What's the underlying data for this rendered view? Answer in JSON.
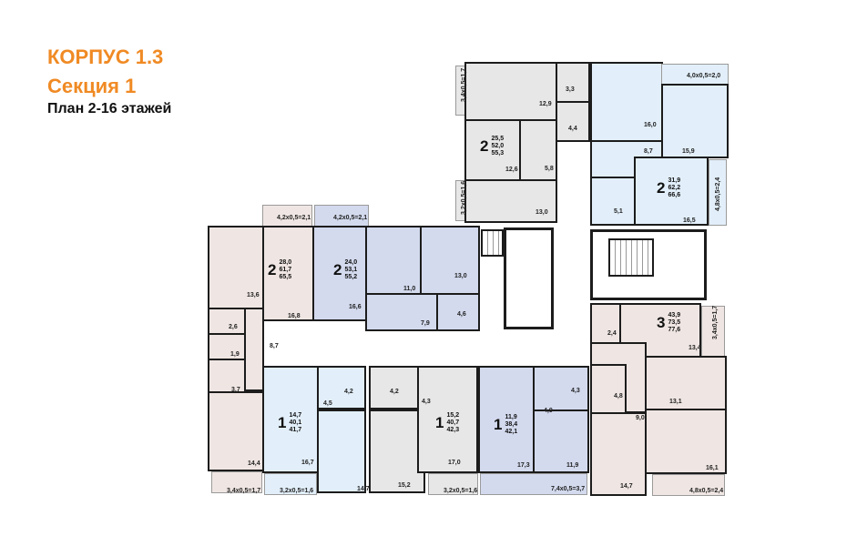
{
  "header": {
    "building": "КОРПУС 1.3",
    "section": "Секция 1",
    "plan": "План 2-16 этажей"
  },
  "colors": {
    "title": "#f08a24",
    "pink": "#efe6e3",
    "gray": "#e7e7e7",
    "blue": "#e2effa",
    "lavender": "#d3daee"
  },
  "apartments": [
    {
      "rooms": "2",
      "areas": [
        "25,5",
        "52,0",
        "55,3"
      ],
      "room_areas": [
        "12,9",
        "3,3",
        "4,4",
        "12,6",
        "5,8",
        "13,0"
      ],
      "balconies": [
        "3,4x0,5=1,7",
        "3,2x0,5=1,6"
      ]
    },
    {
      "rooms": "2",
      "areas": [
        "31,9",
        "62,2",
        "66,6"
      ],
      "room_areas": [
        "16,0",
        "8,7",
        "15,9",
        "5,1",
        "16,5"
      ],
      "balconies": [
        "4,0x0,5=2,0",
        "4,8x0,5=2,4"
      ]
    },
    {
      "rooms": "2",
      "areas": [
        "28,0",
        "61,7",
        "65,5"
      ],
      "room_areas": [
        "13,6",
        "16,8",
        "2,6",
        "1,9",
        "8,7",
        "3,7",
        "14,4"
      ],
      "balconies": [
        "4,2x0,5=2,1",
        "3,4x0,5=1,7"
      ]
    },
    {
      "rooms": "2",
      "areas": [
        "24,0",
        "53,1",
        "55,2"
      ],
      "room_areas": [
        "16,6",
        "11,0",
        "13,0",
        "7,9",
        "4,6"
      ],
      "balconies": [
        "4,2x0,5=2,1"
      ]
    },
    {
      "rooms": "1",
      "areas": [
        "14,7",
        "40,1",
        "41,7"
      ],
      "room_areas": [
        "4,2",
        "4,5",
        "16,7",
        "14,7"
      ],
      "balconies": [
        "3,2x0,5=1,6"
      ]
    },
    {
      "rooms": "1",
      "areas": [
        "15,2",
        "40,7",
        "42,3"
      ],
      "room_areas": [
        "4,2",
        "4,3",
        "17,0",
        "15,2"
      ],
      "balconies": [
        "3,2x0,5=1,6"
      ]
    },
    {
      "rooms": "1",
      "areas": [
        "11,9",
        "38,4",
        "42,1"
      ],
      "room_areas": [
        "4,3",
        "4,9",
        "17,3",
        "11,9"
      ],
      "balconies": [
        "7,4x0,5=3,7"
      ]
    },
    {
      "rooms": "3",
      "areas": [
        "43,9",
        "73,5",
        "77,6"
      ],
      "room_areas": [
        "2,4",
        "13,4",
        "4,8",
        "9,0",
        "13,1",
        "16,1",
        "14,7"
      ],
      "balconies": [
        "3,4x0,5=1,7",
        "4,8x0,5=2,4"
      ]
    }
  ]
}
